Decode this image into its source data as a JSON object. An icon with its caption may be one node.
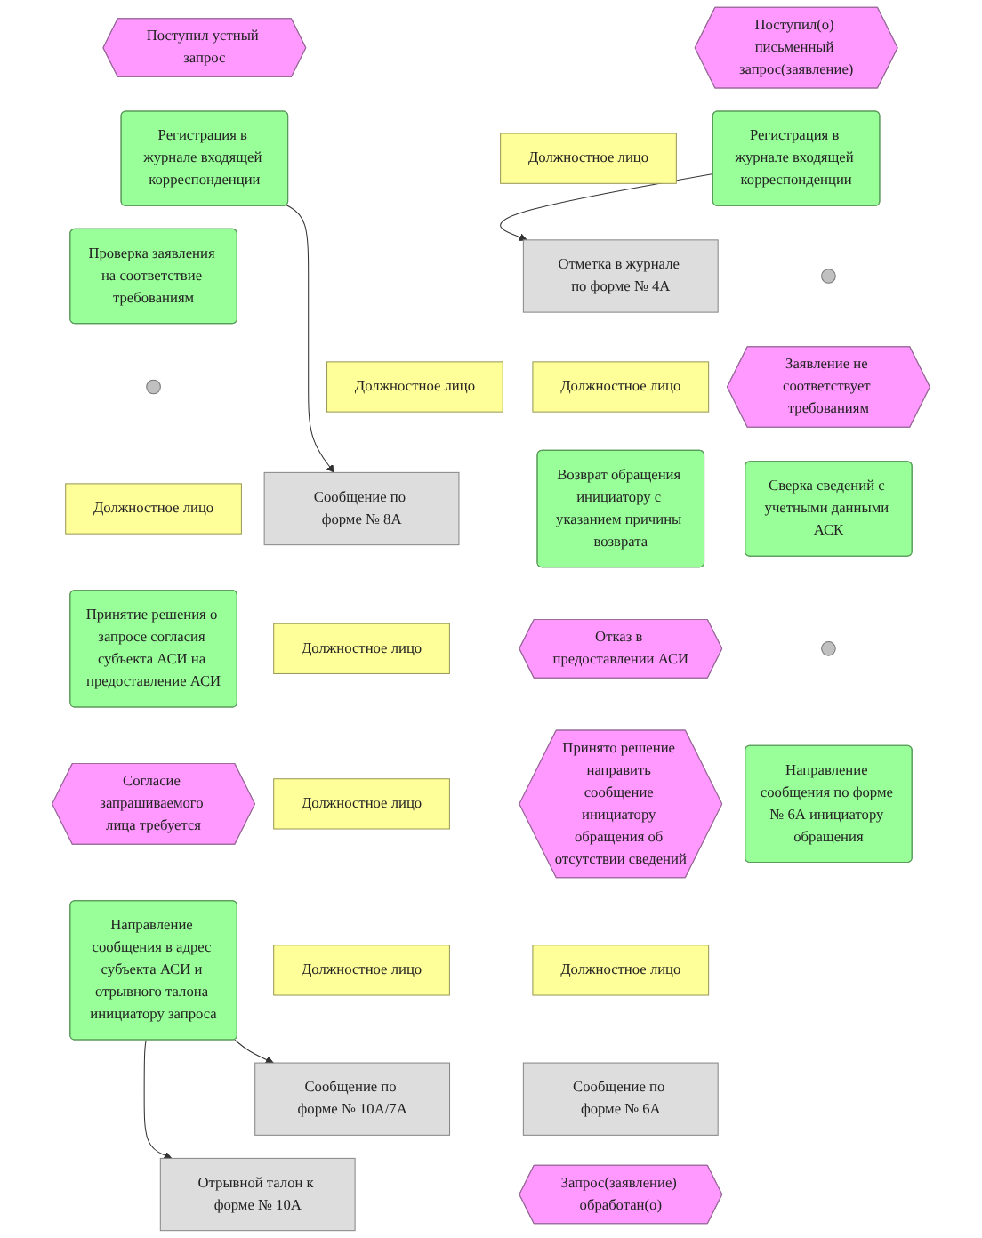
{
  "diagram": {
    "nodes": [
      {
        "text": [
          "Поступил(о) письменный запрос(заявление)"
        ]
      },
      {
        "text": [
          "Поступил устный запрос"
        ]
      },
      {
        "text": [
          "Должностное лицо"
        ]
      },
      {
        "text": [
          "Должностное лицо"
        ]
      },
      {
        "text": [
          "Отметка в журнале по форме № 4А"
        ]
      },
      {
        "text": [
          "Регистрация в журнале входящей корреспонденции"
        ]
      },
      {
        "text": [
          "Регистрация в журнале входящей корреспонденции"
        ]
      },
      {
        "text": [
          "Сообщение по форме № 8А"
        ]
      },
      {
        "text": [],
        "shape": "circle"
      },
      {
        "text": [
          "Должностное лицо"
        ]
      },
      {
        "text": [
          "Проверка заявления на соответствие требованиям"
        ]
      },
      {
        "text": [
          "Должностное лицо"
        ]
      },
      {
        "text": [
          "Возврат обращения инициатору с указанием причины возврата"
        ]
      },
      {
        "text": [
          "Заявление не соответствует требованиям"
        ]
      },
      {
        "text": [],
        "shape": "circle"
      },
      {
        "text": [
          "Отказ в предоставлении АСИ"
        ]
      },
      {
        "text": [
          "Сверка сведений с учетными данными АСК"
        ]
      },
      {
        "text": [
          "Должностное лицо"
        ]
      },
      {
        "text": [],
        "shape": "circle"
      },
      {
        "text": [
          "Должностное лицо"
        ]
      },
      {
        "text": [
          "Принято решение направить сообщение инициатору обращения об отсутствии сведений"
        ]
      },
      {
        "text": [
          "Принятие решения о запросе согласия субъекта АСИ на предоставление АСИ"
        ]
      },
      {
        "text": [
          "Согласие запрашиваемого лица требуется"
        ]
      },
      {
        "text": [
          "Должностное лицо"
        ]
      },
      {
        "text": [
          "Направление сообщения по форме № 6А инициатору обращения"
        ]
      },
      {
        "text": [
          "Должностное лицо"
        ]
      },
      {
        "text": [
          "Направление сообщения в адрес субъекта АСИ и отрывного талона инициатору запроса"
        ]
      },
      {
        "text": [
          "Сообщение по форме № 6А"
        ]
      },
      {
        "text": [
          "Сообщение по форме № 10А/7А"
        ]
      },
      {
        "text": [
          "Запрос(заявление) обработан(о)"
        ]
      },
      {
        "text": [
          "Отрывной талон к форме № 10А"
        ]
      }
    ],
    "edges": [
      {
        "from": 5,
        "to": 4,
        "arrow": "to"
      },
      {
        "from": 6,
        "to": 7,
        "arrow": "to"
      },
      {
        "from": 26,
        "to": 28,
        "arrow": "to"
      },
      {
        "from": 26,
        "to": 30,
        "arrow": "to"
      }
    ]
  }
}
